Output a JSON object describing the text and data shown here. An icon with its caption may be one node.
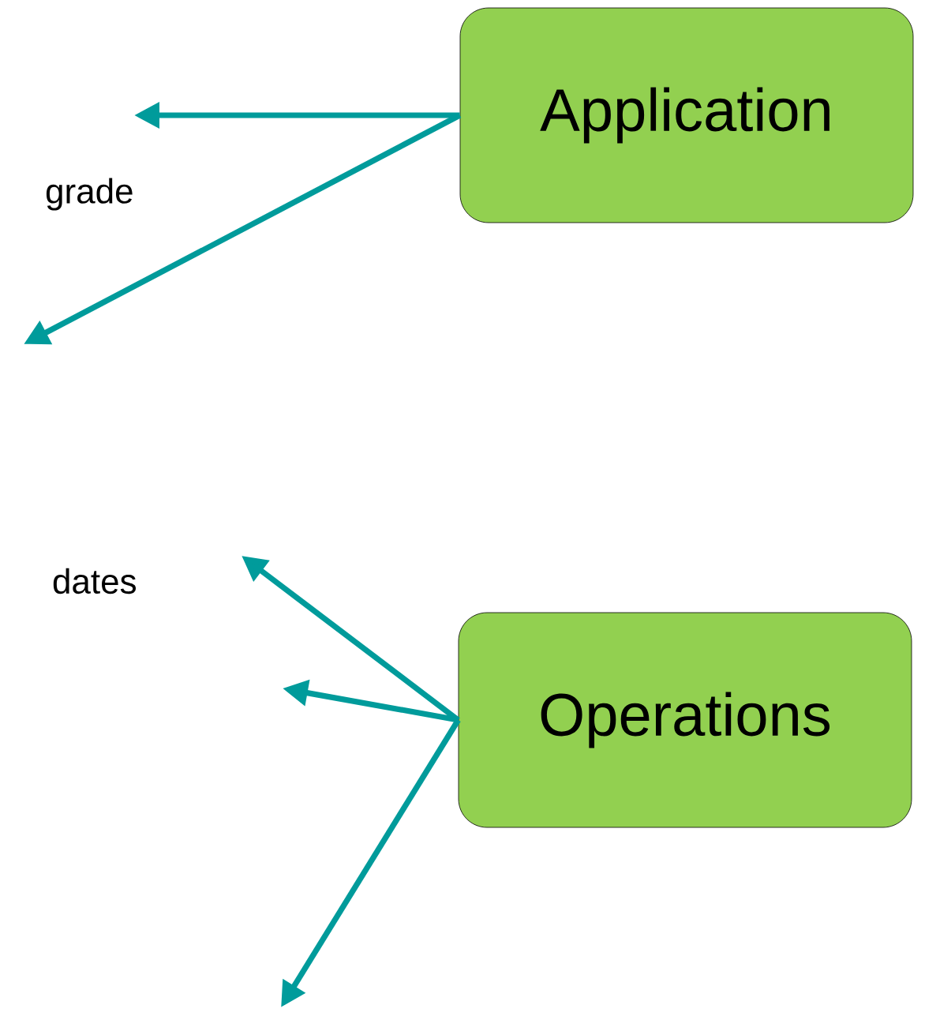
{
  "diagram": {
    "nodes": [
      {
        "text": [
          "Application"
        ]
      },
      {
        "text": [
          "Operations"
        ]
      }
    ],
    "edges": [
      {
        "from": 0,
        "to": null,
        "arrow": "to"
      },
      {
        "from": 0,
        "to": null,
        "arrow": "to"
      },
      {
        "from": 1,
        "to": null,
        "arrow": "to"
      },
      {
        "from": 1,
        "to": null,
        "arrow": "to"
      },
      {
        "from": 1,
        "to": null,
        "arrow": "to"
      }
    ],
    "labels": [
      "grade",
      "dates"
    ]
  }
}
